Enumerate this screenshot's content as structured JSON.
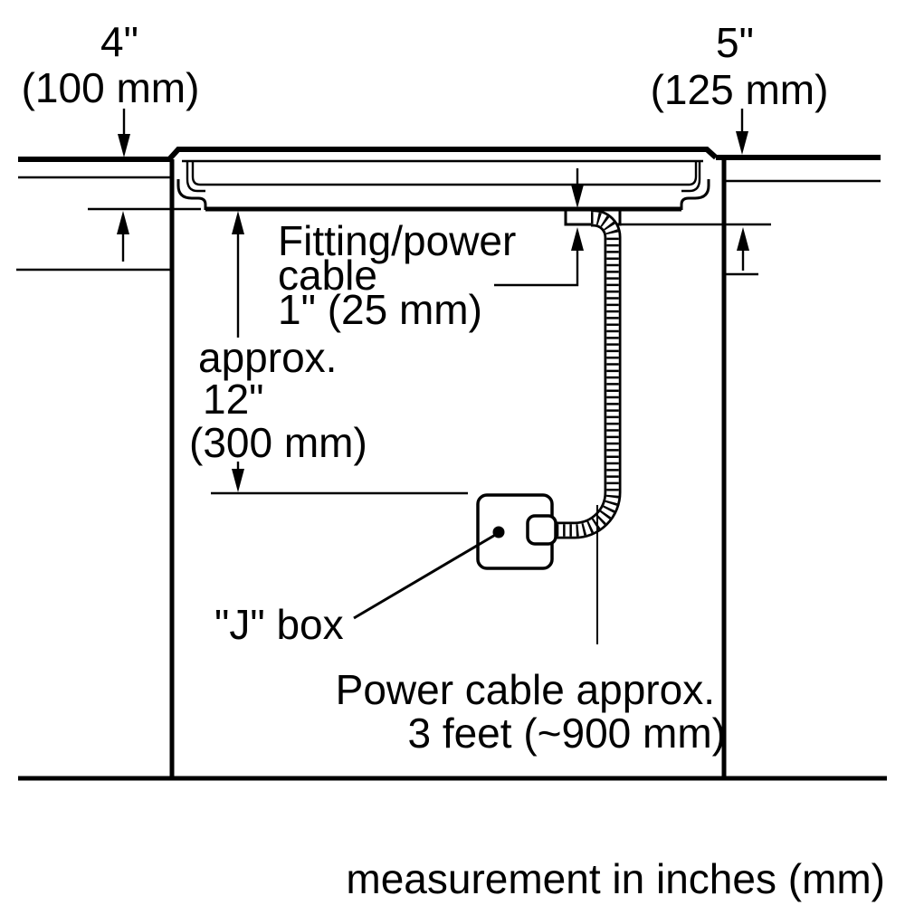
{
  "diagram": {
    "caption": "measurement in inches (mm)",
    "colors": {
      "line": "#000000",
      "background": "#ffffff"
    },
    "labels": {
      "left_clearance": {
        "inches": "4\"",
        "mm": "(100 mm)"
      },
      "right_clearance": {
        "inches": "5\"",
        "mm": "(125 mm)"
      },
      "fitting_cable": {
        "line1": "Fitting/power",
        "line2": "cable",
        "line3": "1\" (25 mm)"
      },
      "depth_below": {
        "line1": "approx.",
        "line2": "12\"",
        "line3": "(300 mm)"
      },
      "junction_box": "\"J\" box",
      "power_cable": {
        "line1": "Power cable approx.",
        "line2": "3 feet (~900 mm)"
      }
    }
  }
}
